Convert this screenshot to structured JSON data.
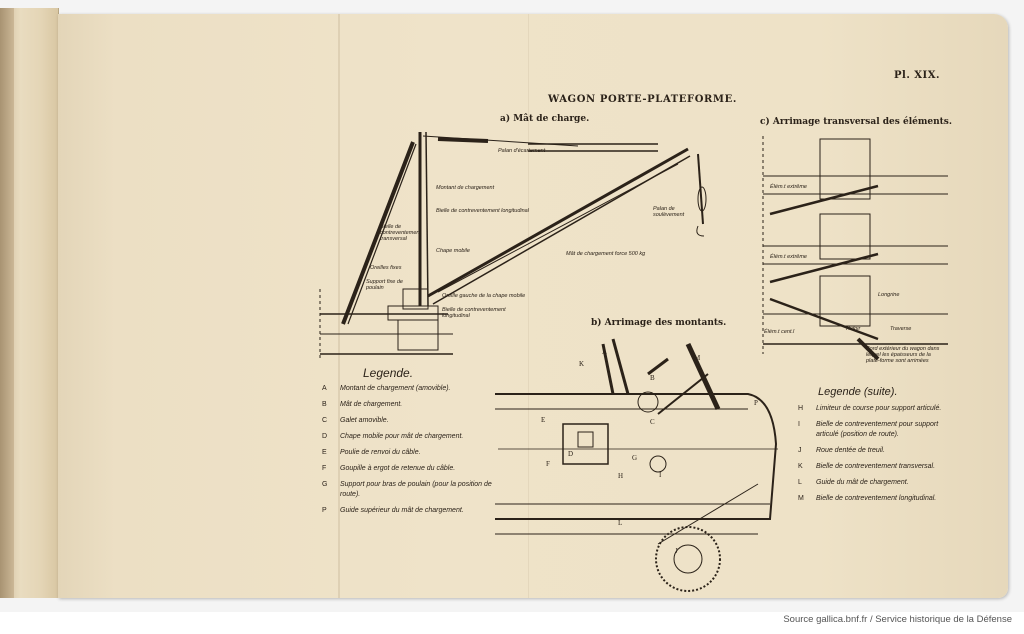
{
  "plate_number": "Pl. XIX.",
  "title": "WAGON  PORTE-PLATEFORME.",
  "sections": {
    "a": "a)  Mât de charge.",
    "b": "b)  Arrimage des montants.",
    "c": "c)  Arrimage transversal des éléments."
  },
  "figure_a_labels": {
    "palan_ecartement": "Palan d'écartement",
    "montant": "Montant de chargement",
    "bielle_long": "Bielle de contreventement longitudinal",
    "bielle_transv": "Bielle de contreventement transversal",
    "chape": "Chape mobile",
    "oreilles": "Oreilles fixes",
    "support": "Support fixe de poulain",
    "oreille_gauche": "Oreille gauche de la chape mobile",
    "bielle_long2": "Bielle de contreventement longitudinal",
    "mat": "Mât de chargement force 500 kg",
    "palan_soulevement": "Palan de soulèvement"
  },
  "figure_b_letters": [
    "A",
    "K",
    "B",
    "M",
    "E",
    "C",
    "P",
    "D",
    "F",
    "G",
    "H",
    "I",
    "L",
    "J"
  ],
  "figure_c_labels": {
    "elem_extreme_1": "Élém.t extrême",
    "elem_extreme_2": "Élém.t extrême",
    "elem_cent": "Élém.t cent.l",
    "longrine": "Longrine",
    "ridoir": "Ridoir",
    "traverse": "Traverse",
    "note": "Bord extérieur du wagon dans lequel les épaisseurs de la plate-forme sont arrimées"
  },
  "legend": {
    "title": "Legende.",
    "items": [
      {
        "key": "A",
        "text": "Montant de chargement (amovible)."
      },
      {
        "key": "B",
        "text": "Mât de chargement."
      },
      {
        "key": "C",
        "text": "Galet amovible."
      },
      {
        "key": "D",
        "text": "Chape mobile pour mât de chargement."
      },
      {
        "key": "E",
        "text": "Poulie de renvoi du câble."
      },
      {
        "key": "F",
        "text": "Goupille à ergot de retenue du câble."
      },
      {
        "key": "G",
        "text": "Support pour bras de poulain (pour la position de route)."
      },
      {
        "key": "P",
        "text": "Guide supérieur du mât de chargement."
      }
    ]
  },
  "legend_suite": {
    "title": "Legende (suite).",
    "items": [
      {
        "key": "H",
        "text": "Limiteur de course pour support articulé."
      },
      {
        "key": "I",
        "text": "Bielle de contreventement pour support articulé (position de route)."
      },
      {
        "key": "J",
        "text": "Roue dentée de treuil."
      },
      {
        "key": "K",
        "text": "Bielle de contreventement transversal."
      },
      {
        "key": "L",
        "text": "Guide du mât de chargement."
      },
      {
        "key": "M",
        "text": "Bielle de contreventement longitudinal."
      }
    ]
  },
  "footer": "Source gallica.bnf.fr / Service historique de la Défense"
}
